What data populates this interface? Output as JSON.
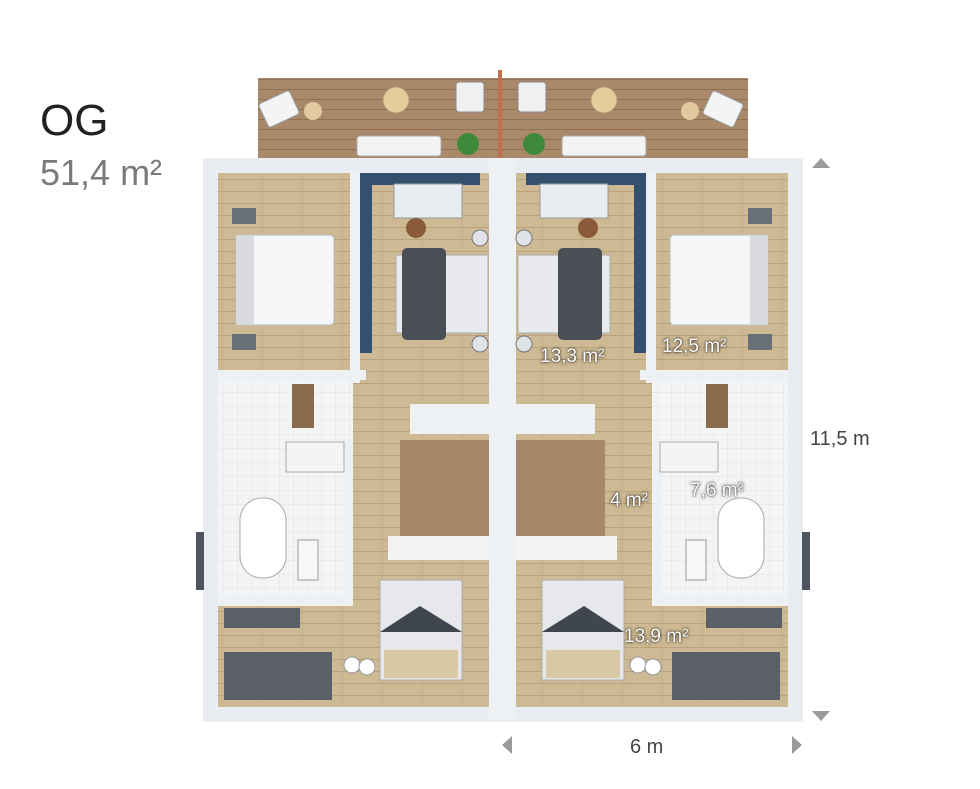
{
  "header": {
    "floor": "OG",
    "area": "51,4 m²"
  },
  "rooms": [
    {
      "id": "work",
      "label": "13,3 m²"
    },
    {
      "id": "bedroom",
      "label": "12,5 m²"
    },
    {
      "id": "hall",
      "label": "4 m²"
    },
    {
      "id": "bath",
      "label": "7,6 m²"
    },
    {
      "id": "kids",
      "label": "13,9 m²"
    }
  ],
  "dimensions": {
    "depth": "11,5 m",
    "width": "6 m"
  },
  "colors": {
    "wall": "#eef1f4",
    "floor_wood": "#c9b48e",
    "deck": "#a8896a",
    "accent_wall": "#34506e",
    "arrow": "#9a9a9a"
  }
}
